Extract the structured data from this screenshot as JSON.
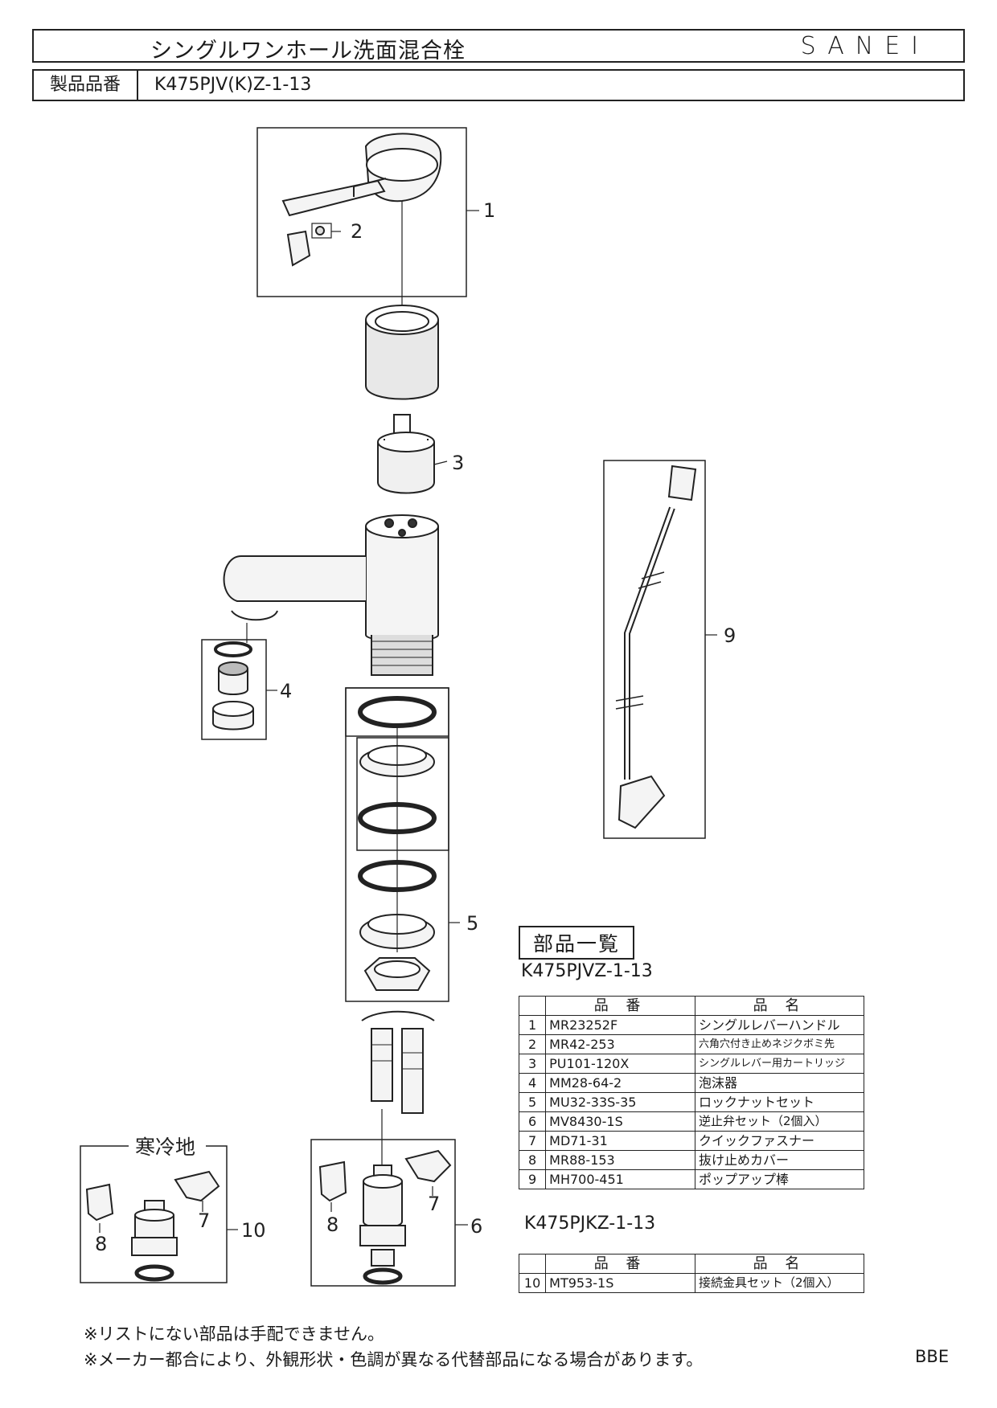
{
  "header": {
    "title": "シングルワンホール洗面混合栓",
    "brand": "SANEI",
    "product_label": "製品品番",
    "product_code": "K475PJV(K)Z-1-13"
  },
  "diagram": {
    "callouts": [
      "1",
      "2",
      "3",
      "4",
      "5",
      "6",
      "7",
      "8",
      "9",
      "10",
      "7",
      "8"
    ],
    "cold_region_label": "寒冷地"
  },
  "parts_list": {
    "heading": "部品一覧",
    "tables": [
      {
        "model": "K475PJVZ-1-13",
        "headers": [
          "品 番",
          "品 名"
        ],
        "rows": [
          {
            "no": "1",
            "code": "MR23252F",
            "name": "シングルレバーハンドル"
          },
          {
            "no": "2",
            "code": "MR42-253",
            "name": "六角穴付き止めネジクボミ先"
          },
          {
            "no": "3",
            "code": "PU101-120X",
            "name": "シングルレバー用カートリッジ"
          },
          {
            "no": "4",
            "code": "MM28-64-2",
            "name": "泡沫器"
          },
          {
            "no": "5",
            "code": "MU32-33S-35",
            "name": "ロックナットセット"
          },
          {
            "no": "6",
            "code": "MV8430-1S",
            "name": "逆止弁セット（2個入）"
          },
          {
            "no": "7",
            "code": "MD71-31",
            "name": "クイックファスナー"
          },
          {
            "no": "8",
            "code": "MR88-153",
            "name": "抜け止めカバー"
          },
          {
            "no": "9",
            "code": "MH700-451",
            "name": "ポップアップ棒"
          }
        ]
      },
      {
        "model": "K475PJKZ-1-13",
        "headers": [
          "品 番",
          "品 名"
        ],
        "rows": [
          {
            "no": "10",
            "code": "MT953-1S",
            "name": "接続金具セット（2個入）"
          }
        ]
      }
    ]
  },
  "footer": {
    "notes": [
      "※リストにない部品は手配できません。",
      "※メーカー都合により、外観形状・色調が異なる代替部品になる場合があります。"
    ],
    "doc_code": "BBE"
  }
}
